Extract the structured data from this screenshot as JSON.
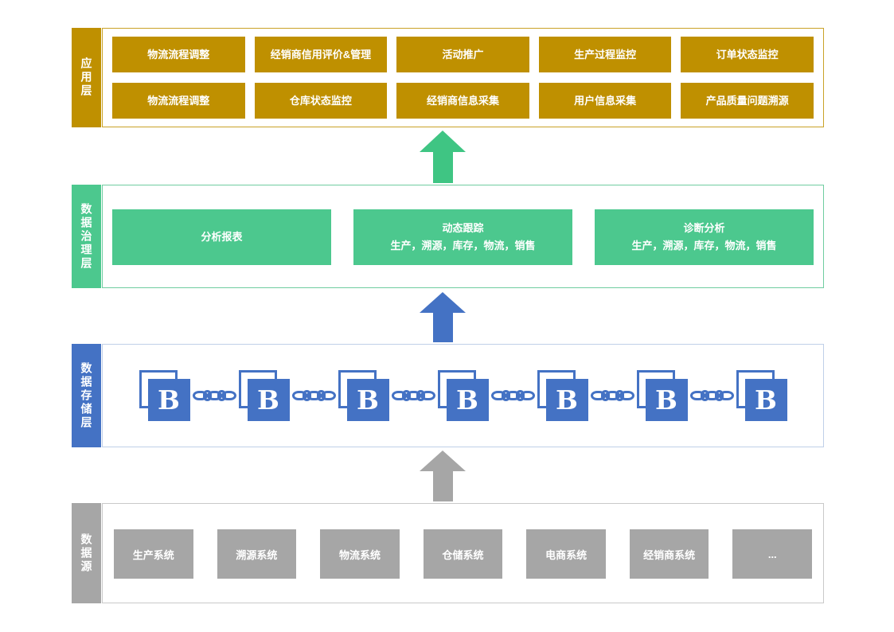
{
  "app_layer": {
    "label": "应用层",
    "row1": [
      "物流流程调整",
      "经销商信用评价&管理",
      "活动推广",
      "生产过程监控",
      "订单状态监控"
    ],
    "row2": [
      "物流流程调整",
      "仓库状态监控",
      "经销商信息采集",
      "用户信息采集",
      "产品质量问题溯源"
    ]
  },
  "governance_layer": {
    "label": "数据治理层",
    "boxes": [
      {
        "title": "分析报表",
        "subtitle": ""
      },
      {
        "title": "动态跟踪",
        "subtitle": "生产，溯源，库存，物流，销售"
      },
      {
        "title": "诊断分析",
        "subtitle": "生产，溯源，库存，物流，销售"
      }
    ]
  },
  "storage_layer": {
    "label": "数据存储层",
    "block_letter": "B",
    "block_count": 7
  },
  "source_layer": {
    "label": "数据源",
    "boxes": [
      "生产系统",
      "溯源系统",
      "物流系统",
      "仓储系统",
      "电商系统",
      "经销商系统",
      "..."
    ]
  },
  "colors": {
    "gold": "#BF9000",
    "green": "#4CC88E",
    "blue": "#4472C4",
    "gray": "#A6A6A6"
  }
}
